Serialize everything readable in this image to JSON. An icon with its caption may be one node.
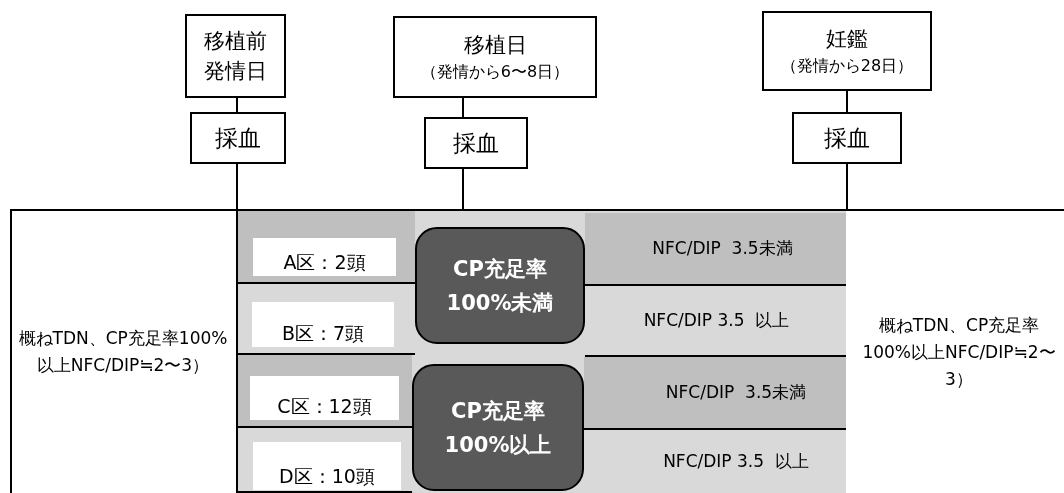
{
  "diagram": {
    "nodes": [
      {
        "text": [
          "移植前発情日"
        ]
      },
      {
        "text": [
          "採血"
        ]
      },
      {
        "text": [
          "移植日",
          "（発情から6〜8日）"
        ]
      },
      {
        "text": [
          "採血"
        ]
      },
      {
        "text": [
          "妊鑑",
          "（発情から28日）"
        ]
      },
      {
        "text": [
          "採血"
        ]
      },
      {
        "text": [
          "概ねTDN、CP充足率100%以上NFC/DIP≒2〜3）"
        ]
      },
      {
        "text": [],
        "shape": "box"
      },
      {
        "text": [
          "NFC/DIP  3.5未満"
        ],
        "in": 7
      },
      {
        "text": [
          "A区：2頭"
        ],
        "in": 7
      },
      {
        "text": [
          "CP充足率100%未満"
        ],
        "in": 7
      },
      {
        "text": [
          "NFC/DIP 3.5  以上"
        ],
        "in": 7
      },
      {
        "text": [
          "B区：7頭"
        ],
        "in": 7
      },
      {
        "text": [
          "NFC/DIP  3.5未満"
        ],
        "in": 7
      },
      {
        "text": [
          "C区：12頭"
        ],
        "in": 7
      },
      {
        "text": [
          "CP充足率100%以上"
        ],
        "in": 7
      },
      {
        "text": [
          "NFC/DIP 3.5  以上"
        ],
        "in": 7
      },
      {
        "text": [
          "D区：10頭"
        ],
        "in": 7
      },
      {
        "text": [
          "概ねTDN、CP充足率100%以上NFC/DIP≒2〜3）"
        ]
      }
    ],
    "edges": [
      {
        "from": 0,
        "to": 1,
        "arrow": "none"
      },
      {
        "from": 1,
        "to": 7,
        "arrow": "none"
      },
      {
        "from": 2,
        "to": 3,
        "arrow": "none"
      },
      {
        "from": 3,
        "to": 7,
        "arrow": "none"
      },
      {
        "from": 4,
        "to": 5,
        "arrow": "none"
      },
      {
        "from": 5,
        "to": 7,
        "arrow": "none"
      }
    ]
  }
}
